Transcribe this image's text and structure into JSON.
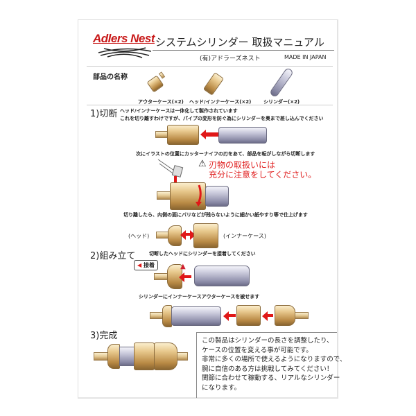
{
  "header": {
    "logo": "Adlers Nest",
    "title": "システムシリンダー 取扱マニュアル",
    "company": "(有)アドラーズネスト",
    "origin": "MADE IN JAPAN"
  },
  "parts": {
    "heading": "部品の名称",
    "items": [
      {
        "label": "アウターケース(×2)"
      },
      {
        "label": "ヘッド/インナーケース(×2)"
      },
      {
        "label": "シリンダー(×2)"
      }
    ]
  },
  "step1": {
    "heading": "1)切断",
    "line1": "ヘッド/インナーケースは一体化して製作されています",
    "line2": "これを切り離すわけですが、パイプの変形を防ぐ為にシリンダーを奥まで差し込んでください",
    "cut_text": "次にイラストの位置にカッターナイフの刃をあて、部品を転がしながら切断します",
    "warning_line1": "刃物の取扱いには",
    "warning_line2": "充分に注意をしてください。",
    "finish_text": "切り離したら、内側の面にバリなどが残らないように細かい紙やすり等で仕上げます",
    "head_label": "(ヘッド)",
    "inner_label": "(インナーケース)"
  },
  "step2": {
    "heading": "2)組み立て",
    "instruction": "切断したヘッドにシリンダーを接着してください",
    "glue_badge": "接着",
    "cover_text": "シリンダーにインナーケースアウターケースを被せます"
  },
  "step3": {
    "heading": "3)完成",
    "notes": [
      "この製品はシリンダーの長さを調整したり、",
      "ケースの位置を変える事が可能です。",
      "非常に多くの場所で使えるようになりますので、",
      "腕に自信のある方は挑戦してみてください！",
      "関節に合わせて稼動する、リアルなシリンダー",
      "になります。"
    ]
  },
  "colors": {
    "logo": "#c81818",
    "warning": "#e02020",
    "arrow": "#e01818"
  }
}
